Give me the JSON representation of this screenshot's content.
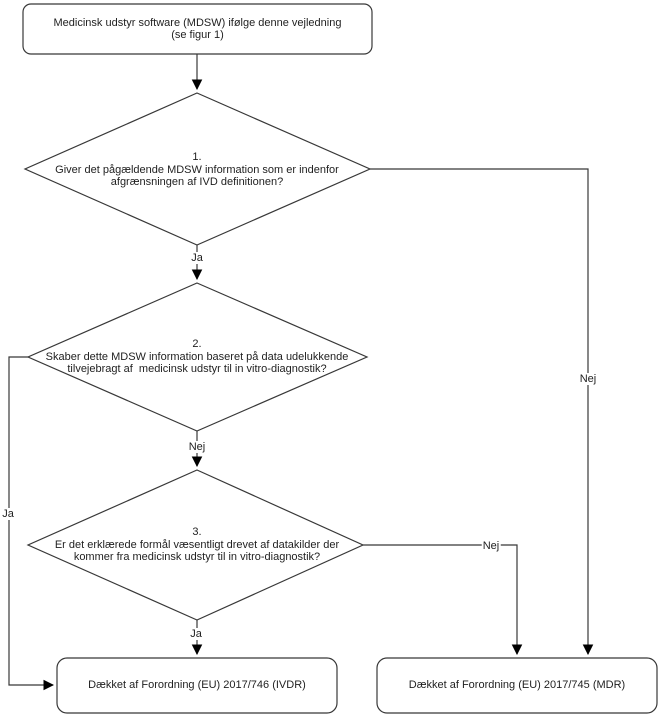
{
  "diagram_title": "MDSW regulatory decision flowchart",
  "nodes": {
    "start": {
      "text": "Medicinsk udstyr software (MDSW) ifølge denne vejledning\n(se figur 1)"
    },
    "q1": {
      "text": "1.\nGiver det pågældende MDSW information som er indenfor\nafgrænsningen af IVD definitionen?"
    },
    "q2": {
      "text": "2.\nSkaber dette MDSW information baseret på data udelukkende\ntilvejebragt af  medicinsk udstyr til in vitro-diagnostik?"
    },
    "q3": {
      "text": "3.\nEr det erklærede formål væsentligt drevet af datakilder der\nkommer fra medicinsk udstyr til in vitro-diagnostik?"
    },
    "ivdr": {
      "text": "Dækket af Forordning (EU) 2017/746 (IVDR)"
    },
    "mdr": {
      "text": "Dækket af Forordning (EU) 2017/745 (MDR)"
    }
  },
  "edge_labels": {
    "q1_yes": "Ja",
    "q1_no": "Nej",
    "q2_yes": "Ja",
    "q2_no": "Nej",
    "q3_yes": "Ja",
    "q3_no": "Nej"
  },
  "colors": {
    "stroke": "#383838",
    "text": "#1f1f1f",
    "background": "#ffffff"
  }
}
